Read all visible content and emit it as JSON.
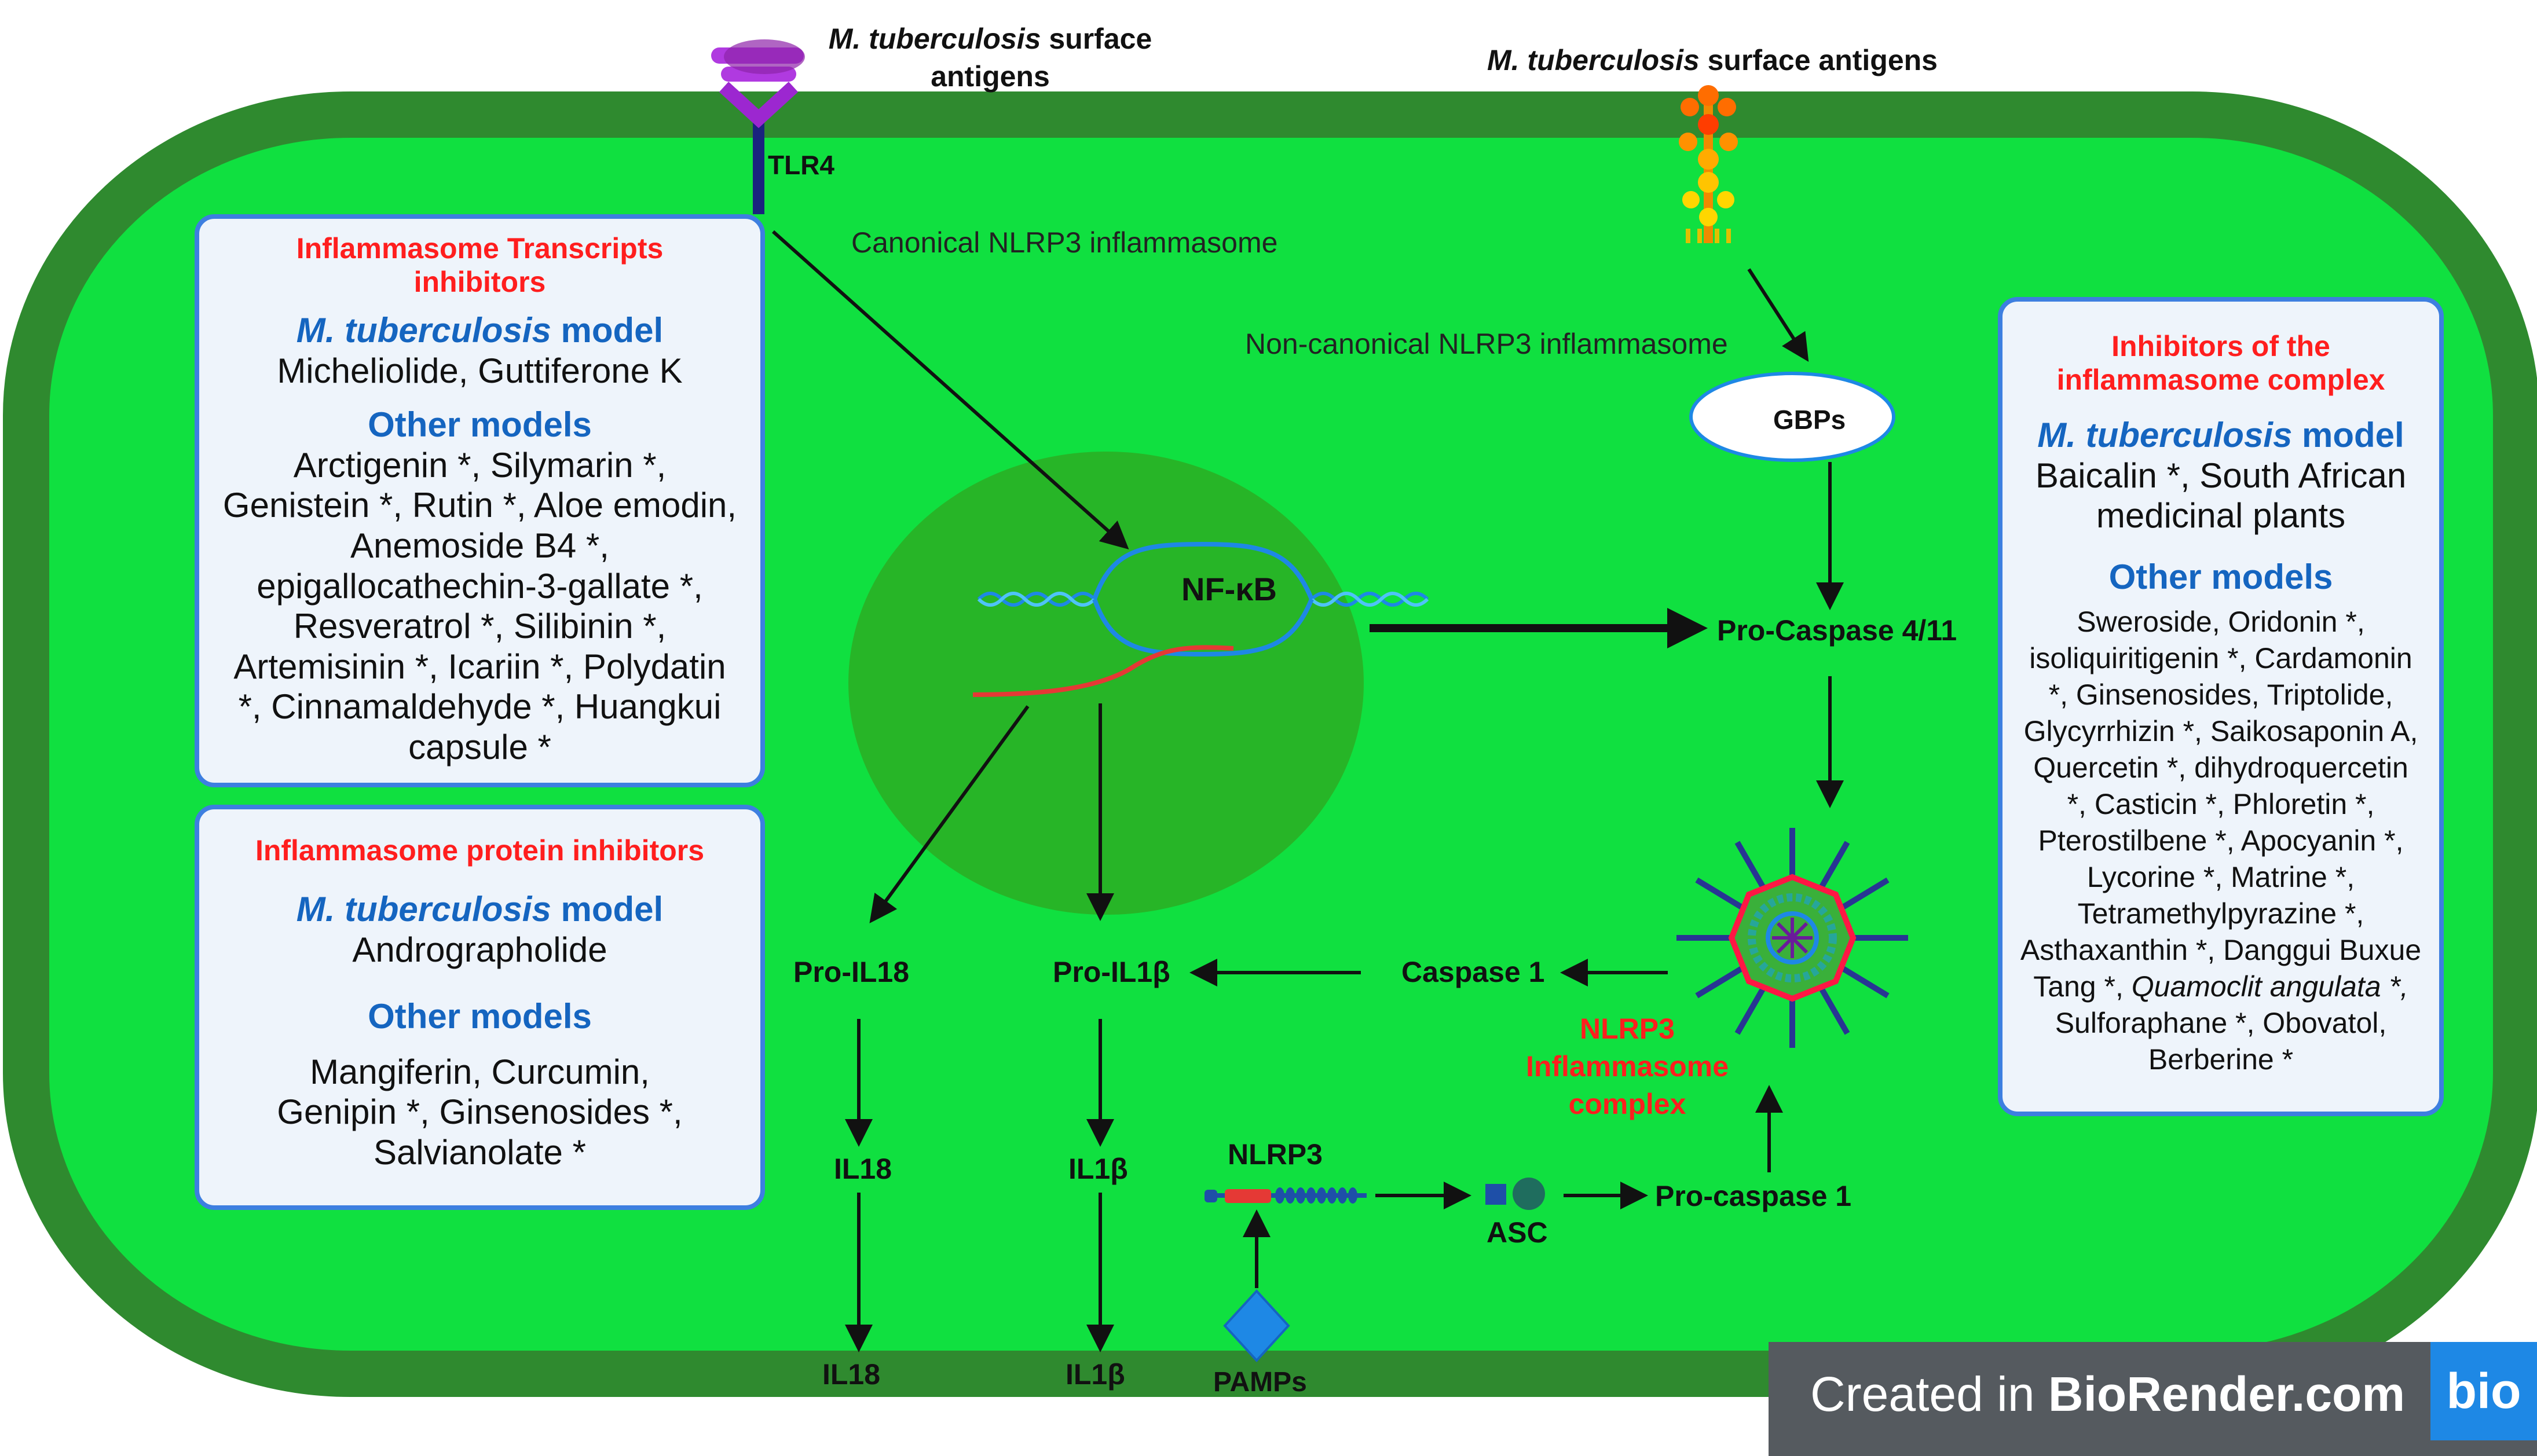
{
  "antigens": {
    "left": {
      "title_italic": "M. tuberculosis",
      "title_rest": " surface",
      "line2": "antigens"
    },
    "right": {
      "title_italic": "M. tuberculosis",
      "title_rest": " surface antigens"
    }
  },
  "receptor": {
    "label": "TLR4"
  },
  "pathways": {
    "canonical": "Canonical NLRP3 inflammasome",
    "noncanonical": "Non-canonical NLRP3 inflammasome"
  },
  "nodes": {
    "gbps": "GBPs",
    "nfkb": "NF-κB",
    "pro_caspase_4_11": "Pro-Caspase 4/11",
    "pro_il18": "Pro-IL18",
    "pro_il1b": "Pro-IL1β",
    "caspase1": "Caspase 1",
    "il18_mid": "IL18",
    "il1b_mid": "IL1β",
    "il18_out": "IL18",
    "il1b_out": "IL1β",
    "nlrp3": "NLRP3",
    "asc": "ASC",
    "pro_caspase1": "Pro-caspase 1",
    "pamps": "PAMPs",
    "complex_line1": "NLRP3",
    "complex_line2": "Inflammasome",
    "complex_line3": "complex"
  },
  "panel_transcripts": {
    "heading_line1": "Inflammasome Transcripts",
    "heading_line2": "inhibitors",
    "mtb_italic": "M. tuberculosis",
    "mtb_rest": " model",
    "mtb_items": "Micheliolide, Guttiferone K",
    "other_heading": "Other models",
    "other_lines": [
      "Arctigenin *,  Silymarin *,",
      "Genistein *, Rutin *, Aloe emodin,",
      "Anemoside B4 *,",
      "epigallocathechin-3-gallate *,",
      "Resveratrol *, Silibinin *,",
      "Artemisinin *,  Icariin *, Polydatin",
      "*, Cinnamaldehyde *, Huangkui",
      "capsule *"
    ]
  },
  "panel_protein": {
    "heading": "Inflammasome protein inhibitors",
    "mtb_italic": "M. tuberculosis",
    "mtb_rest": " model",
    "mtb_items": "Andrographolide",
    "other_heading": "Other models",
    "other_lines": [
      "Mangiferin, Curcumin,",
      "Genipin *, Ginsenosides *,",
      "Salvianolate *"
    ]
  },
  "panel_complex": {
    "heading_line1": "Inhibitors of the",
    "heading_line2": "inflammasome complex",
    "mtb_italic": "M. tuberculosis",
    "mtb_rest": " model",
    "mtb_lines": [
      "Baicalin *,  South African",
      "medicinal plants"
    ],
    "other_heading": "Other models",
    "other_lines": [
      "Sweroside, Oridonin *,",
      "isoliquiritigenin *, Cardamonin",
      "*, Ginsenosides, Triptolide,",
      "Glycyrrhizin *, Saikosaponin A,",
      "Quercetin *,  dihydroquercetin",
      "*, Casticin *, Phloretin *,",
      "Pterostilbene *, Apocyanin *,",
      "Lycorine *, Matrine *,",
      "Tetramethylpyrazine *,",
      "Asthaxanthin *, Danggui Buxue",
      "Tang *, ",
      "Sulforaphane *, Obovatol,",
      "Berberine *"
    ],
    "italic_fragment": "Quamoclit angulata *,"
  },
  "branding": {
    "text_prefix": "Created in ",
    "text_bold": "BioRender.com",
    "logo": "bio"
  },
  "colors": {
    "cell_fill": "#10e040",
    "cell_border": "#2f8a2f",
    "nucleus": "#27b527",
    "panel_border": "#3d7fe0",
    "red_heading": "#ff1e1e",
    "blue_heading": "#1565c0"
  }
}
